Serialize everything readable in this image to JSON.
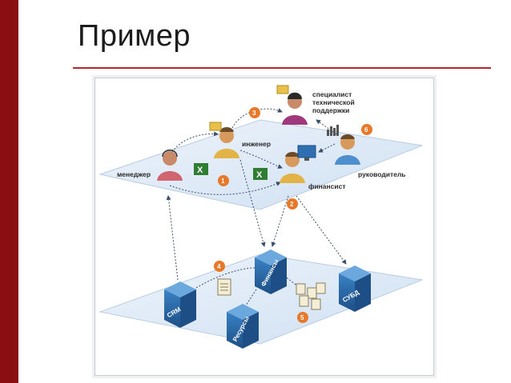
{
  "slide": {
    "title": "Пример"
  },
  "roles": {
    "manager": "менеджер",
    "engineer": "инженер",
    "support": [
      "специалист",
      "технической",
      "поддержки"
    ],
    "financier": "финансист",
    "head": "руководитель"
  },
  "steps": [
    "1",
    "2",
    "3",
    "4",
    "5",
    "6"
  ],
  "systems": {
    "crm": "CRM",
    "finance": "Финансы",
    "resources": "Ресурсы",
    "dbms": "СУБД"
  },
  "colors": {
    "accent_bar": "#8b0f12",
    "rule": "#b2282d",
    "step_badge": "#e8782a",
    "server_blue": "#2f6fb1"
  }
}
